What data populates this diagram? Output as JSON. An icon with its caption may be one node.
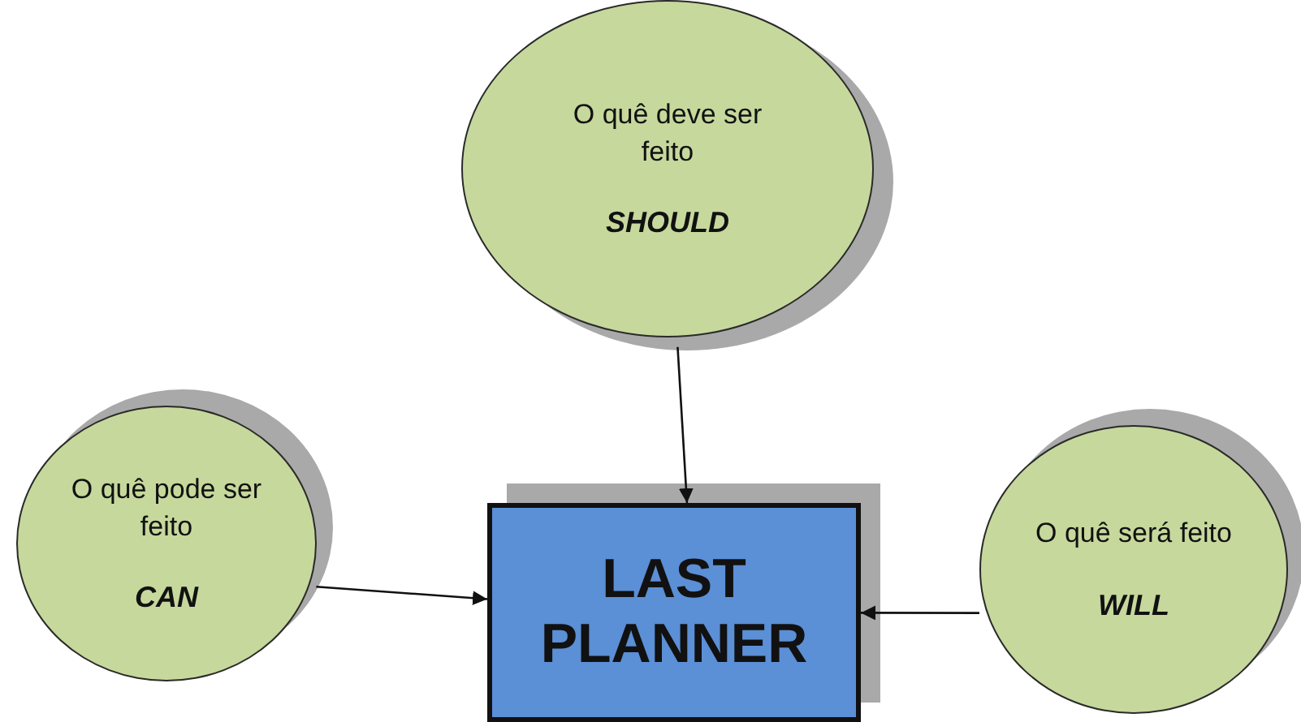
{
  "diagram": {
    "nodes": [
      {
        "text": [
          "O quê deve ser feito",
          "SHOULD"
        ]
      },
      {
        "text": [
          "O quê pode ser feito",
          "CAN"
        ]
      },
      {
        "text": [
          "LAST PLANNER"
        ]
      },
      {
        "text": [
          "O quê será feito",
          "WILL"
        ]
      }
    ],
    "edges": [
      {
        "from": 0,
        "to": 2,
        "arrow": "to"
      },
      {
        "from": 1,
        "to": 2,
        "arrow": "to"
      },
      {
        "from": 3,
        "to": 2,
        "arrow": "to"
      }
    ]
  }
}
